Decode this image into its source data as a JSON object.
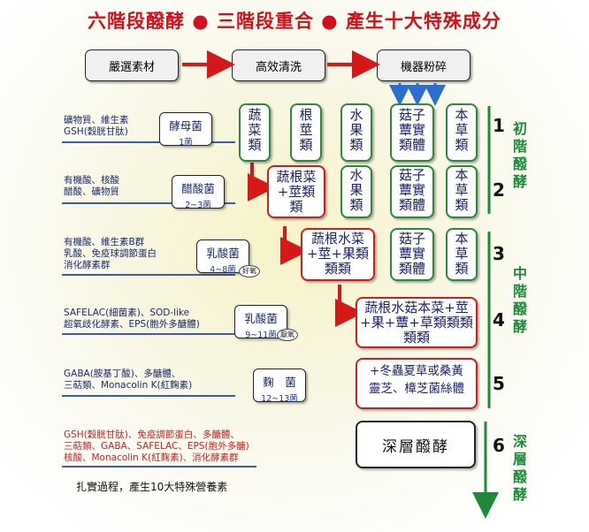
{
  "title": "六階段醱酵 ● 三階段重合 ● 產生十大特殊成分",
  "process_steps": [
    "嚴選素材",
    "高效清洗",
    "機器粉碎"
  ],
  "facts": [
    [
      "礦物質、維生素",
      "GSH(穀胱甘肽)"
    ],
    [
      "有機酸、核酸",
      "醋酸、礦物質"
    ],
    [
      "有機酸、維生素B群",
      "乳酸、免疫球調節蛋白",
      "消化酵素群"
    ],
    [
      "SAFELAC(細菌素)、SOD-like",
      "超氧歧化酵素、EPS(胞外多醣體)"
    ],
    [
      "GABA(胺基丁酸)、多醣體、",
      "三萜類、Monacolin K(紅麴素)"
    ],
    [
      "GSH(穀胱甘肽)、免疫調節蛋白、多醣體、",
      "三萜類、GABA、SAFELAC、EPS(胞外多醣)",
      "核酸、Monacolin K(紅麴素)、消化酵素群"
    ]
  ],
  "bacteria": [
    {
      "name": "酵母菌",
      "count": "1菌"
    },
    {
      "name": "醋酸菌",
      "count": "2~3菌"
    },
    {
      "name": "乳酸菌",
      "count": "4~8菌",
      "tag": "好氧"
    },
    {
      "name": "乳酸菌",
      "count": "9~11菌",
      "tag": "厭氧"
    },
    {
      "name": "麴　菌",
      "count": "12~13菌"
    }
  ],
  "ingredients": {
    "veg": "蔬菜類",
    "root": "根莖類",
    "fruit": "水果類",
    "mushroom": "菇子蕈實類體",
    "herb": "本草類",
    "row2_merged": "蔬根菜+莖類類",
    "row3_merged": "蔬根水菜+莖+果類類類",
    "row4_merged": "蔬根水菇本菜+莖+果+蕈+草類類類類類",
    "row5_line1": "+冬蟲夏草或桑黃",
    "row5_line2": "靈芝、樟芝菌絲體",
    "row6": "深層醱酵"
  },
  "stage_numbers": [
    "1",
    "2",
    "3",
    "4",
    "5",
    "6"
  ],
  "stages": [
    "初階醱酵",
    "中階醱酵",
    "深層醱酵"
  ],
  "footer": "扎實過程，產生10大特殊營養素",
  "colors": {
    "red": "#cc2020",
    "green": "#1e8a38",
    "blue": "#2a6fd0",
    "navy": "#1a1f6a"
  }
}
